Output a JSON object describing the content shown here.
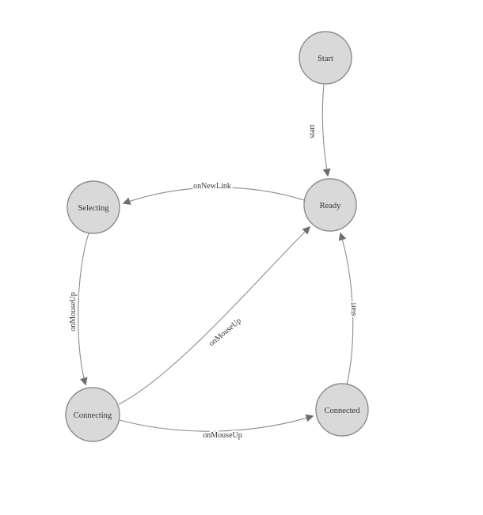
{
  "diagram": {
    "type": "state-machine",
    "nodes": [
      {
        "id": "start",
        "label": "Start"
      },
      {
        "id": "ready",
        "label": "Ready"
      },
      {
        "id": "selecting",
        "label": "Selecting"
      },
      {
        "id": "connecting",
        "label": "Connecting"
      },
      {
        "id": "connected",
        "label": "Connected"
      }
    ],
    "edges": [
      {
        "from": "start",
        "to": "ready",
        "label": "start"
      },
      {
        "from": "ready",
        "to": "selecting",
        "label": "onNewLink"
      },
      {
        "from": "selecting",
        "to": "connecting",
        "label": "onMouseUp"
      },
      {
        "from": "connecting",
        "to": "ready",
        "label": "onMouseUp"
      },
      {
        "from": "connecting",
        "to": "connected",
        "label": "onMouseUp"
      },
      {
        "from": "connected",
        "to": "ready",
        "label": "start"
      }
    ],
    "colors": {
      "background": "#ffffff",
      "node_fill": "#d9d9d9",
      "node_stroke": "#8c8c8c",
      "edge_stroke": "#8c8c8c",
      "arrow_fill": "#6e6e6e",
      "label_text": "#373737"
    }
  }
}
